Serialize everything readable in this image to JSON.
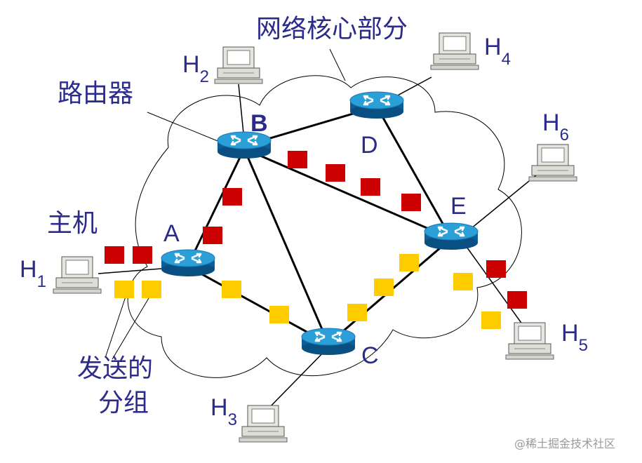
{
  "labels": {
    "network_core": "网络核心部分",
    "router": "路由器",
    "host": "主机",
    "sent_packets_line1": "发送的",
    "sent_packets_line2": "分组"
  },
  "routers": [
    {
      "id": "A",
      "label": "A"
    },
    {
      "id": "B",
      "label": "B"
    },
    {
      "id": "C",
      "label": "C"
    },
    {
      "id": "D",
      "label": "D"
    },
    {
      "id": "E",
      "label": "E"
    }
  ],
  "hosts": [
    {
      "id": "H1",
      "letter": "H",
      "sub": "1"
    },
    {
      "id": "H2",
      "letter": "H",
      "sub": "2"
    },
    {
      "id": "H3",
      "letter": "H",
      "sub": "3"
    },
    {
      "id": "H4",
      "letter": "H",
      "sub": "4"
    },
    {
      "id": "H5",
      "letter": "H",
      "sub": "5"
    },
    {
      "id": "H6",
      "letter": "H",
      "sub": "6"
    }
  ],
  "links": [
    [
      "A",
      "B"
    ],
    [
      "B",
      "D"
    ],
    [
      "B",
      "E"
    ],
    [
      "B",
      "C"
    ],
    [
      "A",
      "C"
    ],
    [
      "D",
      "E"
    ],
    [
      "C",
      "E"
    ],
    [
      "H1",
      "A"
    ],
    [
      "H2",
      "B"
    ],
    [
      "H3",
      "C"
    ],
    [
      "H4",
      "D"
    ],
    [
      "H5",
      "E"
    ],
    [
      "H6",
      "E"
    ]
  ],
  "colors": {
    "text": "#2b2b8c",
    "red_packet": "#cc0000",
    "yellow_packet": "#ffcc00",
    "router_top": "#2a9fd8",
    "router_side": "#0d5d96",
    "link": "#000000"
  },
  "watermark": "@稀土掘金技术社区"
}
